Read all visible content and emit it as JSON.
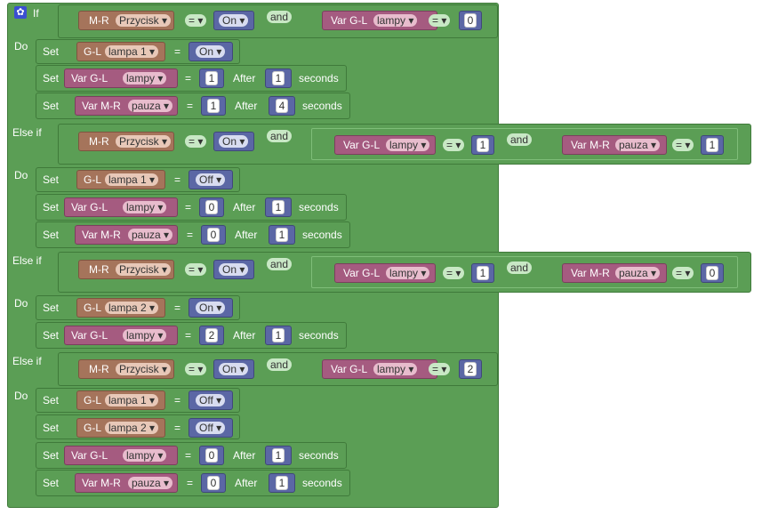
{
  "labels": {
    "if": "If",
    "do": "Do",
    "else_if": "Else if",
    "set": "Set",
    "after": "After",
    "seconds": "seconds",
    "and": "and",
    "eq": "=",
    "eq_dd": "= ▾"
  },
  "blocks": {
    "mr_przycisk": "M-R",
    "przycisk": "Przycisk ▾",
    "var_gl": "Var G-L",
    "lampy": "lampy ▾",
    "var_mr": "Var M-R",
    "pauza": "pauza ▾",
    "gl": "G-L",
    "lampa1": "lampa 1 ▾",
    "lampa2": "lampa 2 ▾",
    "on": "On ▾",
    "off": "Off ▾"
  },
  "values": {
    "v0": "0",
    "v1": "1",
    "v2": "2",
    "v4": "4"
  },
  "icons": {
    "gear": "gear-icon"
  }
}
